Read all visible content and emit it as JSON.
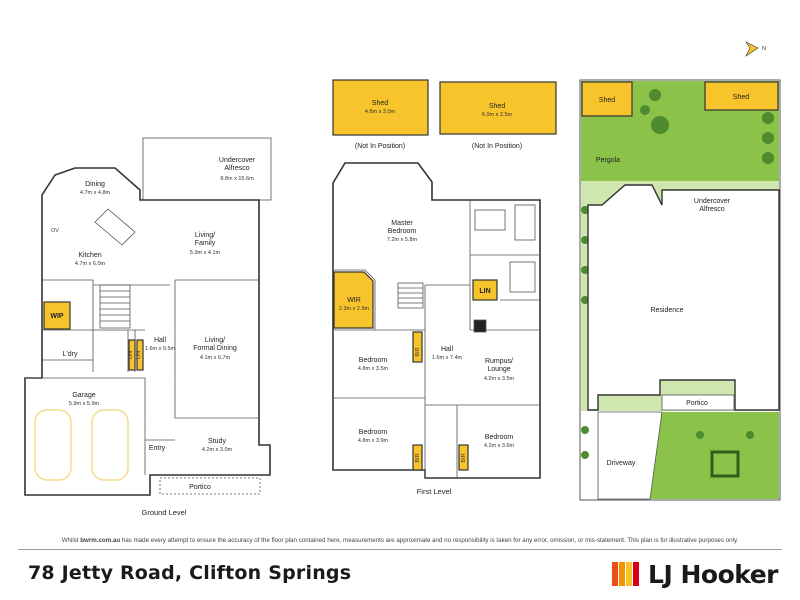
{
  "ground_floor": {
    "level_label": "Ground Level",
    "rooms": {
      "dining": {
        "name": "Dining",
        "dim": "4.7m x 4.8m"
      },
      "alfresco": {
        "name": "Undercover\nAlfresco",
        "dim": "8.8m x 15.6m"
      },
      "kitchen": {
        "name": "Kitchen",
        "dim": "4.7m x 6.0m"
      },
      "living_family": {
        "name": "Living/\nFamily",
        "dim": "5.9m x 4.1m"
      },
      "wip": {
        "name": "WIP"
      },
      "ov": {
        "name": "OV"
      },
      "hall": {
        "name": "Hall",
        "dim": "1.6m x 9.5m"
      },
      "living_formal": {
        "name": "Living/\nFormal Dining",
        "dim": "4.1m x 6.7m"
      },
      "ldry": {
        "name": "L'dry"
      },
      "lin1": {
        "name": "LIN"
      },
      "lin2": {
        "name": "LIN"
      },
      "garage": {
        "name": "Garage",
        "dim": "5.9m x 5.9m"
      },
      "entry": {
        "name": "Entry"
      },
      "study": {
        "name": "Study",
        "dim": "4.2m x 3.0m"
      },
      "portico": {
        "name": "Portico"
      }
    }
  },
  "first_floor": {
    "level_label": "First Level",
    "sheds": [
      {
        "name": "Shed",
        "dim": "4.8m x 3.0m",
        "note": "(Not In Position)"
      },
      {
        "name": "Shed",
        "dim": "6.0m x 2.5m",
        "note": "(Not In Position)"
      }
    ],
    "rooms": {
      "master": {
        "name": "Master\nBedroom",
        "dim": "7.2m x 5.8m"
      },
      "wir": {
        "name": "WIR",
        "dim": "2.3m x 2.9m"
      },
      "lin": {
        "name": "LIN"
      },
      "bed2": {
        "name": "Bedroom",
        "dim": "4.8m x 3.5m"
      },
      "bir1": {
        "name": "BIR"
      },
      "hall": {
        "name": "Hall",
        "dim": "1.6m x 7.4m"
      },
      "rumpus": {
        "name": "Rumpus/\nLounge",
        "dim": "4.2m x 3.5m"
      },
      "bed3": {
        "name": "Bedroom",
        "dim": "4.8m x 3.9m"
      },
      "bir2": {
        "name": "BIR"
      },
      "bed4": {
        "name": "Bedroom",
        "dim": "4.2m x 3.6m"
      },
      "bir3": {
        "name": "BIR"
      }
    }
  },
  "site_plan": {
    "shed1": "Shed",
    "shed2": "Shed",
    "pergola": "Pergola",
    "alfresco": "Undercover\nAlfresco",
    "residence": "Residence",
    "portico": "Portico",
    "driveway": "Driveway",
    "north_label": "N"
  },
  "footer": {
    "disclaimer_lead": "Whilst ",
    "disclaimer_brand": "bwrm.com.au",
    "disclaimer_rest": " has made every attempt to ensure the accuracy of the floor plan contained here, measurements are approximate and no responsibility is taken for any error, omission, or mis-statement. This plan is for illustrative purposes only.",
    "address": "78 Jetty Road, Clifton Springs",
    "brand_name": "LJ Hooker",
    "brand_colors": [
      "#e94e1b",
      "#f39200",
      "#f7c52b",
      "#d9001b"
    ]
  },
  "colors": {
    "accent_yellow": "#f7c52b",
    "grass": "#8bc34a",
    "grass_light": "#cfe7ae"
  }
}
